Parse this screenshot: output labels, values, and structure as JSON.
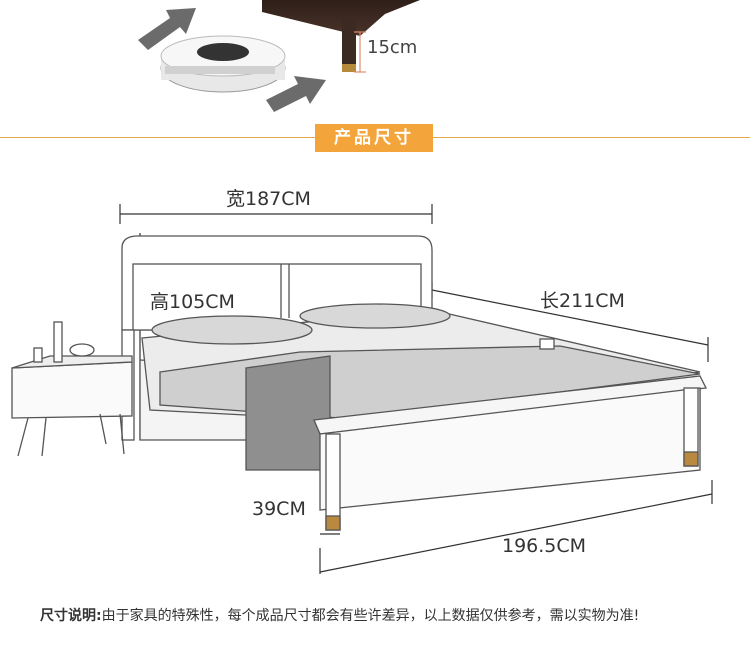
{
  "header": {
    "robot_height_label": "15cm"
  },
  "section": {
    "title": "产品尺寸"
  },
  "dimensions": {
    "width": "宽187CM",
    "height": "高105CM",
    "length": "长211CM",
    "leg_height": "39CM",
    "footboard_length": "196.5CM"
  },
  "note": {
    "label": "尺寸说明:",
    "text": "由于家具的特殊性，每个成品尺寸都会有些许差异，以上数据仅供参考，需以实物为准!"
  },
  "colors": {
    "accent": "#f3a53c",
    "rule": "#e3a94a",
    "dark_wood": "#3b2a22"
  }
}
